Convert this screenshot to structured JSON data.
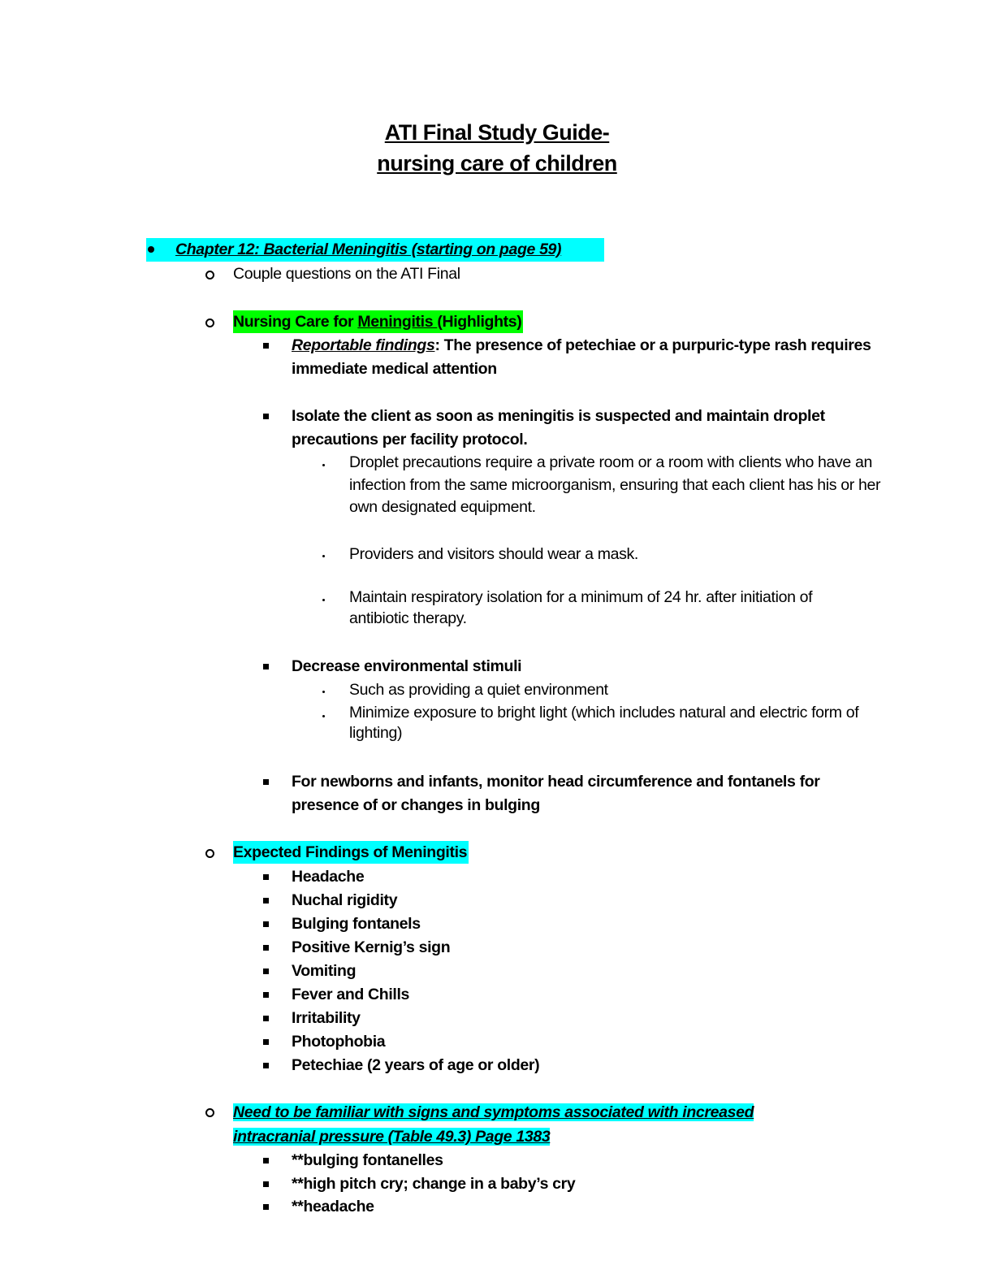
{
  "title": {
    "line1": "ATI Final Study Guide-",
    "line2": "nursing care of children"
  },
  "chapter": "Chapter 12: Bacterial Meningitis (starting on page 59)",
  "couple": "Couple questions on the ATI Final",
  "nursing": {
    "pre": "Nursing Care for ",
    "mid": "Meningitis ",
    "post": "(Highlights)"
  },
  "reportable": {
    "label": "Reportable findings",
    "text": ": The presence of petechiae or a purpuric-type rash requires immediate medical attention"
  },
  "isolate": "Isolate the client as soon as meningitis is suspected and maintain droplet precautions per facility protocol.",
  "isolate_sub": [
    "Droplet precautions require a private room or a room with clients who have an infection from the same microorganism, ensuring that each client has his or her own designated equipment.",
    "Providers and visitors should wear a mask.",
    "Maintain respiratory isolation for a minimum of 24 hr. after initiation of antibiotic therapy."
  ],
  "decrease": "Decrease environmental stimuli",
  "decrease_sub": [
    "Such as providing a quiet environment",
    "Minimize exposure to bright light (which includes natural and electric form of lighting)"
  ],
  "newborns": "For newborns and infants, monitor head circumference and fontanels for presence of or changes in bulging",
  "expected": {
    "heading": "Expected Findings of Meningitis",
    "items": [
      "Headache",
      "Nuchal rigidity",
      "Bulging fontanels",
      "Positive Kernig’s sign",
      "Vomiting",
      "Fever and Chills",
      "Irritability",
      "Photophobia",
      "Petechiae (2 years of age or older)"
    ]
  },
  "icp": {
    "line1": "Need to be familiar with signs and symptoms associated with increased",
    "line2": "intracranial pressure (Table 49.3) Page 1383",
    "items": [
      "**bulging fontanelles",
      "**high pitch cry; change in a baby’s cry",
      "**headache"
    ]
  }
}
